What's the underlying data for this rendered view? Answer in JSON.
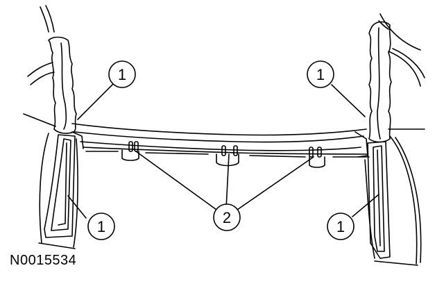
{
  "figure": {
    "id": "N0015534"
  },
  "callouts": [
    {
      "name": "callout-1-upper-left",
      "number": "1"
    },
    {
      "name": "callout-1-upper-right",
      "number": "1"
    },
    {
      "name": "callout-1-lower-left",
      "number": "1"
    },
    {
      "name": "callout-1-lower-right",
      "number": "1"
    },
    {
      "name": "callout-2-clips",
      "number": "2"
    }
  ],
  "colors": {
    "ink": "#000000",
    "paper": "#ffffff"
  }
}
